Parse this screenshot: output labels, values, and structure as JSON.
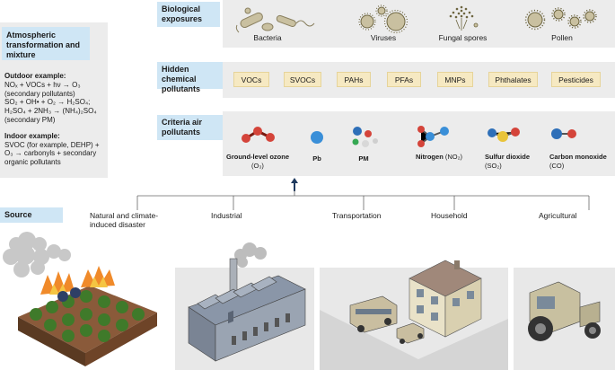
{
  "left_panel": {
    "title": "Atmospheric transformation and mixture",
    "outdoor_heading": "Outdoor example:",
    "outdoor_line1": "NOₓ + VOCs + hν → O₃",
    "outdoor_line2": "(secondary pollutants)",
    "outdoor_line3": "SO₂ + OH• + O₂ → H₂SO₄;",
    "outdoor_line4": "H₂SO₄ + 2NH₃ → (NH₄)₂SO₄",
    "outdoor_line5": "(secondary PM)",
    "indoor_heading": "Indoor example:",
    "indoor_line1": "SVOC (for example, DEHP) +",
    "indoor_line2": "O₃ → carbonyls + secondary",
    "indoor_line3": "organic pollutants"
  },
  "biological": {
    "label": "Biological exposures",
    "items": [
      "Bacteria",
      "Viruses",
      "Fungal spores",
      "Pollen"
    ]
  },
  "hidden": {
    "label": "Hidden chemical pollutants",
    "items": [
      "VOCs",
      "SVOCs",
      "PAHs",
      "PFAs",
      "MNPs",
      "Phthalates",
      "Pesticides"
    ]
  },
  "criteria": {
    "label": "Criteria air pollutants",
    "items": [
      {
        "name": "Ground-level ozone",
        "formula": "(O₃)"
      },
      {
        "name": "Pb",
        "formula": ""
      },
      {
        "name": "PM",
        "formula": ""
      },
      {
        "name": "Nitrogen",
        "formula": "(NO₂)"
      },
      {
        "name": "Sulfur dioxide",
        "formula": "(SO₂)"
      },
      {
        "name": "Carbon monoxide",
        "formula": "(CO)"
      }
    ]
  },
  "sources": {
    "label": "Source",
    "items": [
      "Natural and climate-induced disaster",
      "Industrial",
      "Transportation",
      "Household",
      "Agricultural"
    ]
  },
  "colors": {
    "label_bg": "#cfe6f5",
    "panel_bg": "#ececec",
    "chip_bg": "#f6e9c2",
    "arrow": "#1f3a5f"
  }
}
